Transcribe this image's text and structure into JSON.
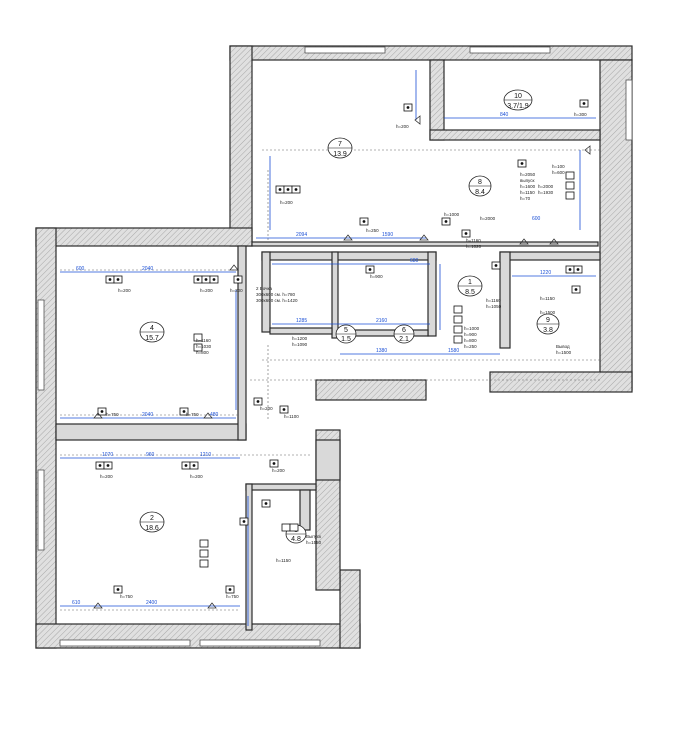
{
  "rooms": [
    {
      "num": "1",
      "area": "8.5"
    },
    {
      "num": "2",
      "area": "18.6"
    },
    {
      "num": "3",
      "area": "4.8"
    },
    {
      "num": "4",
      "area": "15.7"
    },
    {
      "num": "5",
      "area": "1.5"
    },
    {
      "num": "6",
      "area": "2.1"
    },
    {
      "num": "7",
      "area": "13.9"
    },
    {
      "num": "8",
      "area": "8.4"
    },
    {
      "num": "9",
      "area": "3.8"
    },
    {
      "num": "10",
      "area": "3.7/1.9"
    }
  ],
  "dimensions": {
    "d_2094": "2094",
    "d_1590": "1590",
    "d_2040": "2040",
    "d_600": "600",
    "d_1285": "1285",
    "d_2160": "2160",
    "d_1580": "1580",
    "d_1380": "1380",
    "d_2040b": "2040",
    "d_1210": "1210",
    "d_960": "960",
    "d_2400": "2400",
    "d_610": "610",
    "d_1220": "1220",
    "d_680": "680",
    "d_600b": "600",
    "d_840": "840",
    "d_480": "480",
    "d_1070": "1070"
  },
  "notes": {
    "h200_a": "h=200",
    "h200_b": "h=200",
    "h200_c": "h=200",
    "h200_d": "h=200",
    "h200_e": "h=200",
    "h200_f": "h=200",
    "h200_g": "h=200",
    "h250": "h=250",
    "h1000": "h=1000",
    "h900": "h=900",
    "h750_a": "h=750",
    "h750_b": "h=750",
    "h750_c": "h=750",
    "h750_d": "h=750",
    "h1150": "h=1150",
    "h1100": "h=1100",
    "h2000": "h=2000",
    "h1500": "h=1500",
    "vyvod_9": "Вывод",
    "vyvod_9h": "h=1500",
    "vyvod_8": "выпуск",
    "vyvod_3": "Выпуск",
    "vyvod_3h": "h=1550",
    "h1160": "h=1160",
    "h1020": "h=1020",
    "h300": "h=300",
    "h1050": "h=1050",
    "h800": "h=800",
    "h70": "h=70",
    "h1930": "h=1930",
    "h2050": "h=2050",
    "h1600": "h=1600",
    "h1150b": "h=1150",
    "h100": "h=100",
    "h600": "h=600",
    "h1160b": "h=1160",
    "h1000b": "h=1000",
    "h900b": "h=900",
    "h250b": "h=250",
    "h1200": "h=1200",
    "h1090": "h=1090",
    "h1160c": "h=1160",
    "h1030": "h=1030",
    "h800b": "h=800",
    "h2000b": "h=2000",
    "h1150c": "h=1150",
    "box_note_1": "2 Бочка",
    "box_note_2": "300х600 см. h=780",
    "box_note_3": "300х600 см. h=1420"
  },
  "colors": {
    "wall": "#d9d9d9",
    "dimension": "#1a4fd6"
  }
}
